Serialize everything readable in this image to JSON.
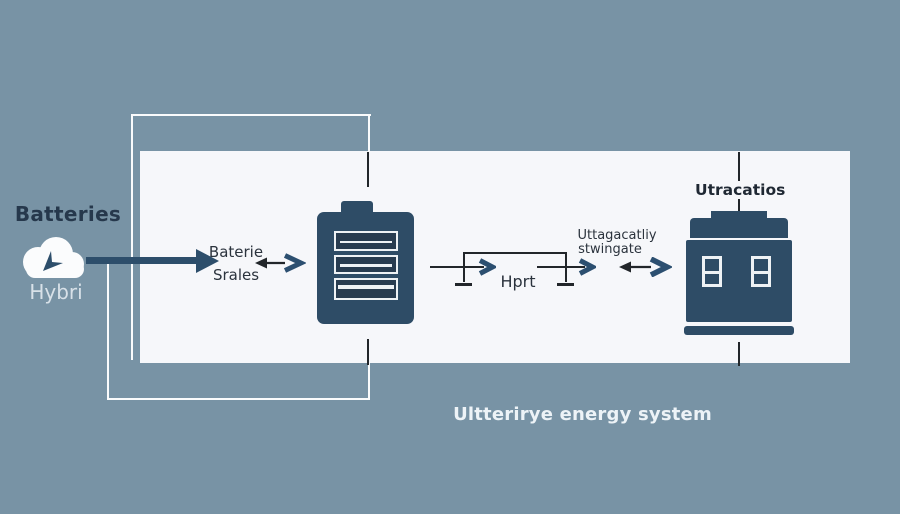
{
  "source": {
    "title": "Batteries",
    "subtitle": "Hybri",
    "icon": "cloud-download-arrow"
  },
  "stage1": {
    "label_line1": "Baterie",
    "label_line2": "Srales"
  },
  "converter": {
    "label": "Hprt"
  },
  "stage2": {
    "label_line1": "Uttagacatliy",
    "label_line2": "stwingate"
  },
  "destination": {
    "title": "Utracatios",
    "icon": "storage-battery"
  },
  "middle_node": {
    "icon": "battery-cells"
  },
  "caption": "Ultterirye energy system",
  "colors": {
    "background": "#7893a5",
    "panel": "#f6f7fa",
    "navy": "#2e4c66",
    "arrow_navy": "#2c4f70",
    "line_dark": "#22262a",
    "line_white": "#fafbfc",
    "text_dark": "#2b333d",
    "text_light": "#d8e1e8",
    "caption_text": "#edf3f7"
  }
}
